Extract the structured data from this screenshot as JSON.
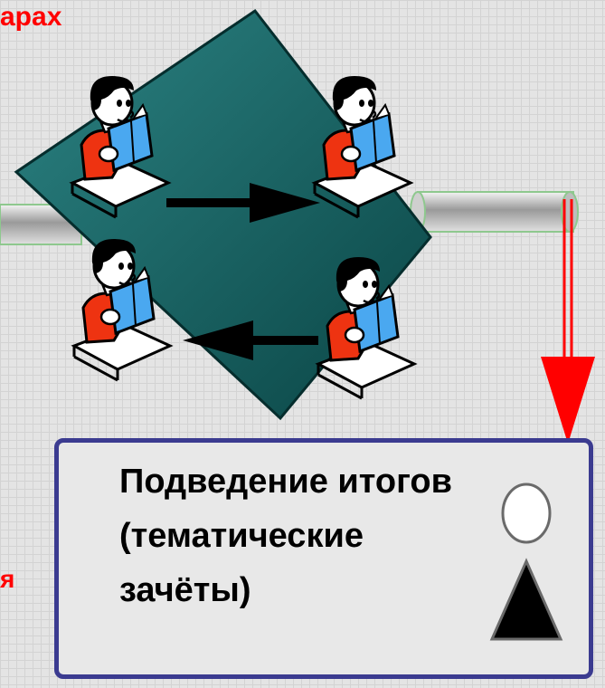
{
  "left_labels": {
    "top_fragment": "арах",
    "bottom_fragment": "я"
  },
  "summary_box": {
    "lines": [
      "Подведение итогов",
      "(тематические",
      "зачёты)"
    ]
  },
  "colors": {
    "diamond": "#0d5b5b",
    "box_border": "#3b3b90",
    "arrow_red": "#ff0000",
    "student_shirt": "#ee3311",
    "book_blue": "#4aa8f0"
  },
  "icons": [
    "student-reading-icon",
    "circle-icon",
    "triangle-icon",
    "arrow-right-icon",
    "arrow-left-icon",
    "arrow-down-icon"
  ]
}
